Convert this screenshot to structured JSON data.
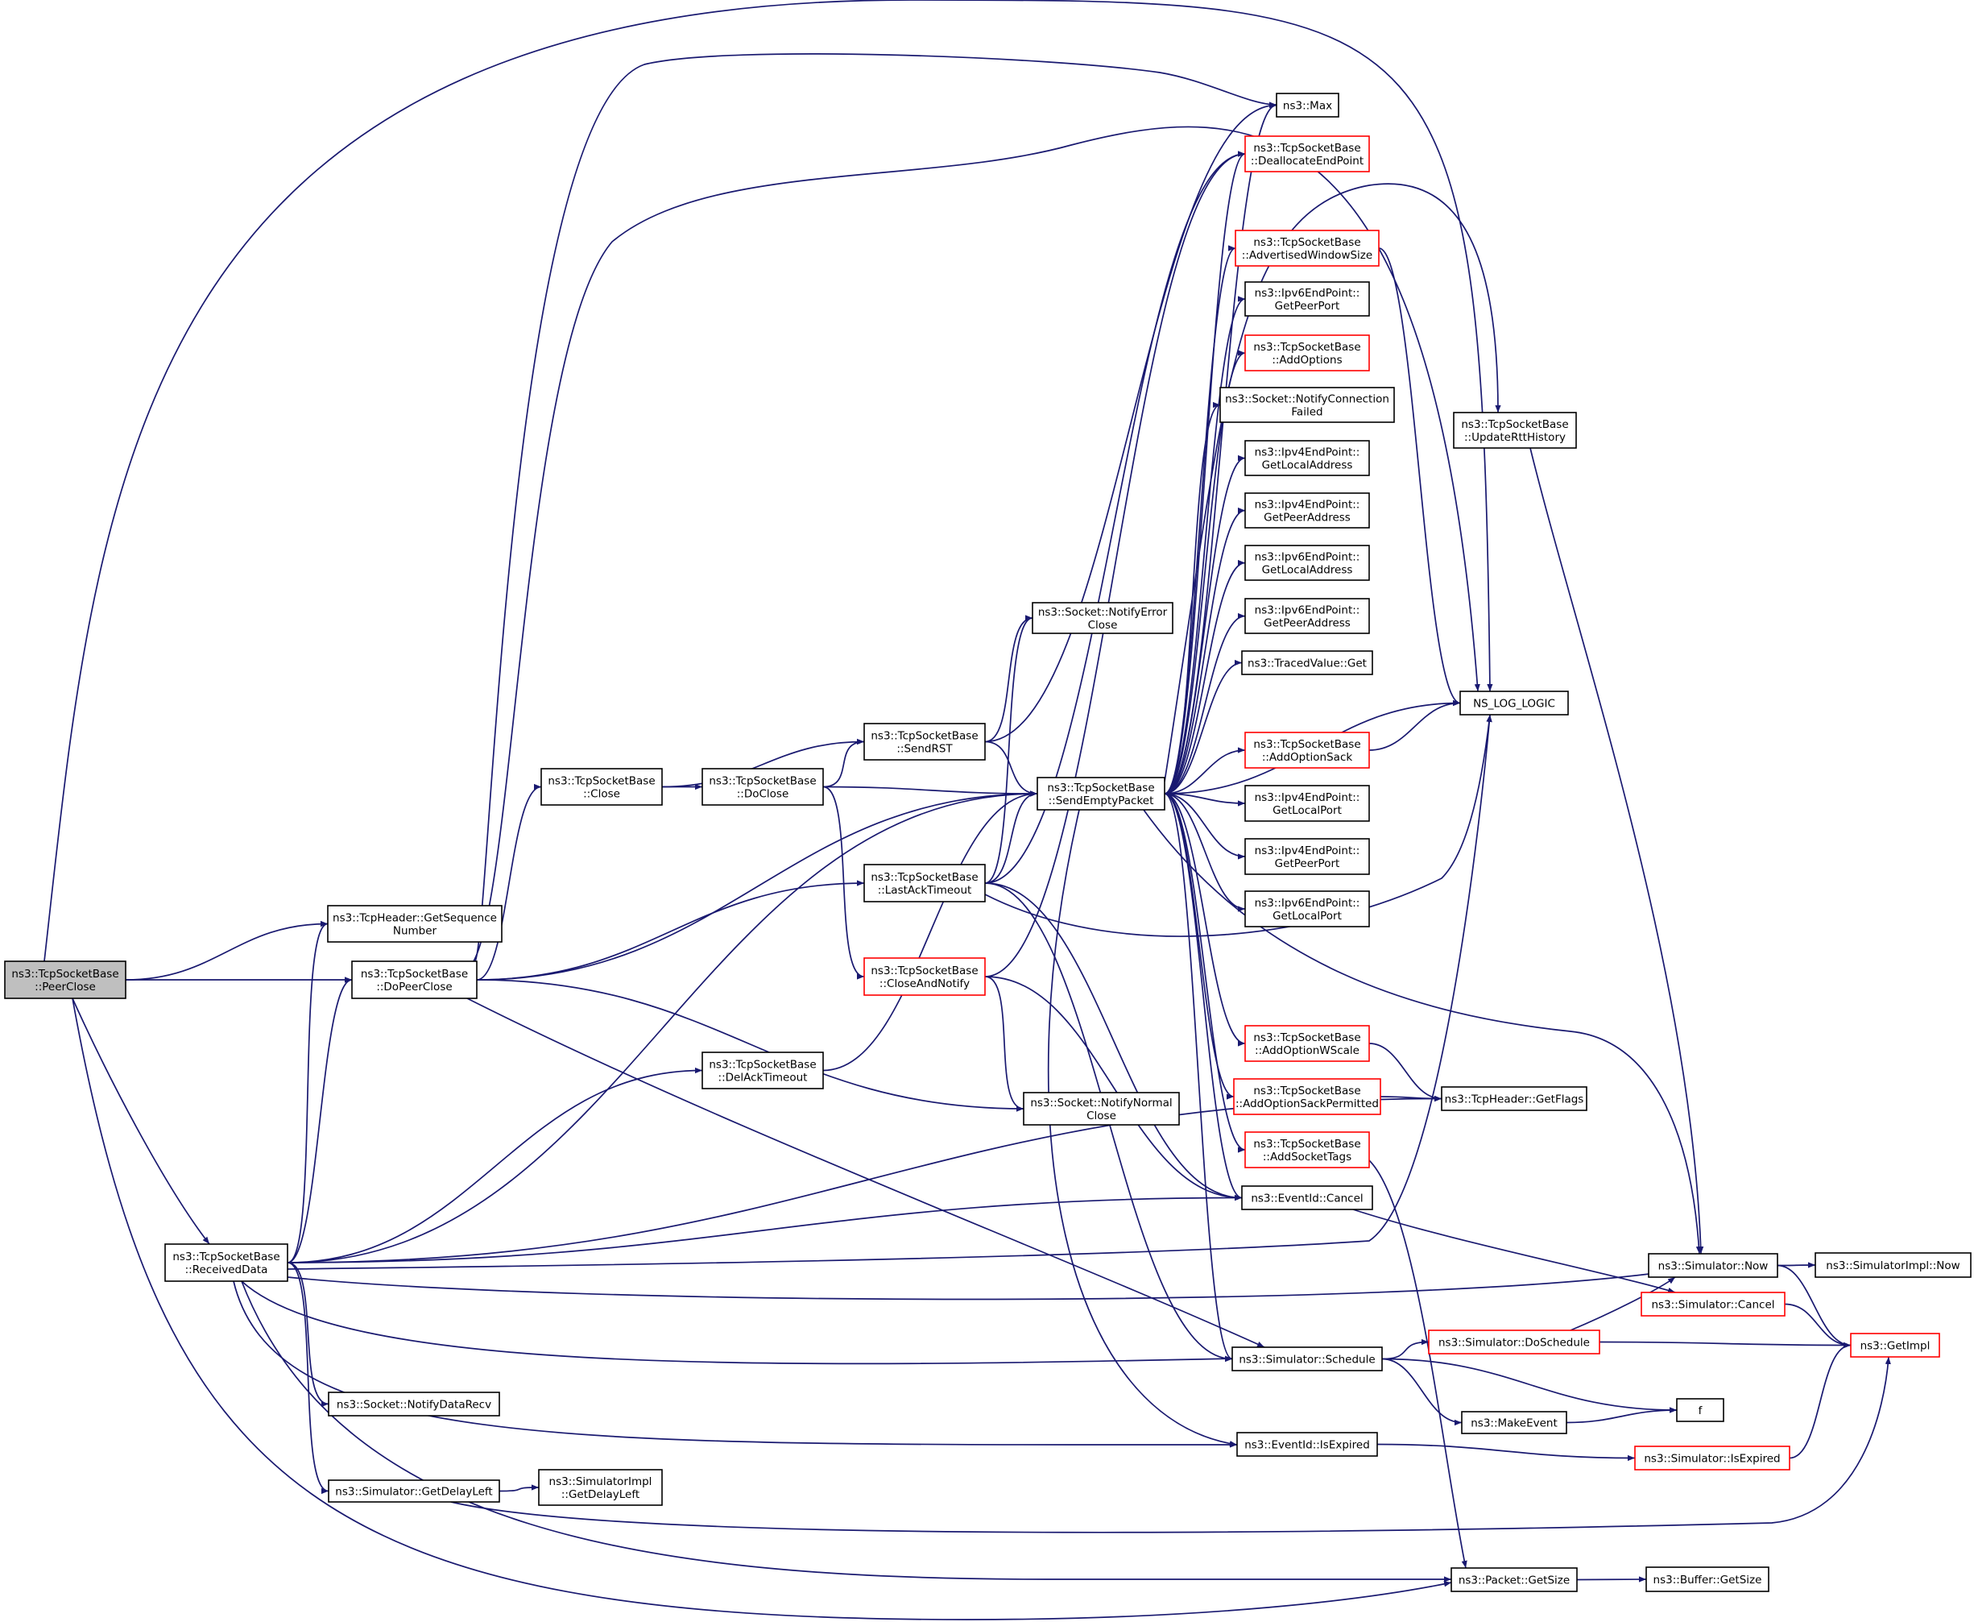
{
  "diagram": {
    "type": "call-graph",
    "colors": {
      "edge": "#191970",
      "node_border_normal": "#000000",
      "node_border_truncated": "#ff0000",
      "root_fill": "#bfbfbf",
      "node_fill": "#ffffff",
      "text": "#000000"
    },
    "nodes": [
      {
        "id": "peerclose",
        "lines": [
          "ns3::TcpSocketBase",
          "::PeerClose"
        ],
        "style": "root"
      },
      {
        "id": "gethdrseq",
        "lines": [
          "ns3::TcpHeader::GetSequence",
          "Number"
        ],
        "style": "normal"
      },
      {
        "id": "dopeerclose",
        "lines": [
          "ns3::TcpSocketBase",
          "::DoPeerClose"
        ],
        "style": "normal"
      },
      {
        "id": "receiveddata",
        "lines": [
          "ns3::TcpSocketBase",
          "::ReceivedData"
        ],
        "style": "normal"
      },
      {
        "id": "close",
        "lines": [
          "ns3::TcpSocketBase",
          "::Close"
        ],
        "style": "normal"
      },
      {
        "id": "doclose",
        "lines": [
          "ns3::TcpSocketBase",
          "::DoClose"
        ],
        "style": "normal"
      },
      {
        "id": "sendrst",
        "lines": [
          "ns3::TcpSocketBase",
          "::SendRST"
        ],
        "style": "normal"
      },
      {
        "id": "lastacktimeout",
        "lines": [
          "ns3::TcpSocketBase",
          "::LastAckTimeout"
        ],
        "style": "normal"
      },
      {
        "id": "closeandnotify",
        "lines": [
          "ns3::TcpSocketBase",
          "::CloseAndNotify"
        ],
        "style": "truncated"
      },
      {
        "id": "delacktimeout",
        "lines": [
          "ns3::TcpSocketBase",
          "::DelAckTimeout"
        ],
        "style": "normal"
      },
      {
        "id": "notifyerrorclose",
        "lines": [
          "ns3::Socket::NotifyError",
          "Close"
        ],
        "style": "normal"
      },
      {
        "id": "notifynormalclose",
        "lines": [
          "ns3::Socket::NotifyNormal",
          "Close"
        ],
        "style": "normal"
      },
      {
        "id": "sendemptypacket",
        "lines": [
          "ns3::TcpSocketBase",
          "::SendEmptyPacket"
        ],
        "style": "normal"
      },
      {
        "id": "notifydatarecv",
        "lines": [
          "ns3::Socket::NotifyDataRecv"
        ],
        "style": "normal"
      },
      {
        "id": "getdelayleft",
        "lines": [
          "ns3::Simulator::GetDelayLeft"
        ],
        "style": "normal"
      },
      {
        "id": "implgetdelayleft",
        "lines": [
          "ns3::SimulatorImpl",
          "::GetDelayLeft"
        ],
        "style": "normal"
      },
      {
        "id": "max",
        "lines": [
          "ns3::Max"
        ],
        "style": "normal"
      },
      {
        "id": "deallocateendpoint",
        "lines": [
          "ns3::TcpSocketBase",
          "::DeallocateEndPoint"
        ],
        "style": "truncated"
      },
      {
        "id": "advertisedwindowsize",
        "lines": [
          "ns3::TcpSocketBase",
          "::AdvertisedWindowSize"
        ],
        "style": "truncated"
      },
      {
        "id": "ipv6getpeerport",
        "lines": [
          "ns3::Ipv6EndPoint::",
          "GetPeerPort"
        ],
        "style": "normal"
      },
      {
        "id": "addoptions",
        "lines": [
          "ns3::TcpSocketBase",
          "::AddOptions"
        ],
        "style": "truncated"
      },
      {
        "id": "notifyconnectionfailed",
        "lines": [
          "ns3::Socket::NotifyConnection",
          "Failed"
        ],
        "style": "normal"
      },
      {
        "id": "ipv4getlocaladdress",
        "lines": [
          "ns3::Ipv4EndPoint::",
          "GetLocalAddress"
        ],
        "style": "normal"
      },
      {
        "id": "ipv4getpeeraddress",
        "lines": [
          "ns3::Ipv4EndPoint::",
          "GetPeerAddress"
        ],
        "style": "normal"
      },
      {
        "id": "ipv6getlocaladdress",
        "lines": [
          "ns3::Ipv6EndPoint::",
          "GetLocalAddress"
        ],
        "style": "normal"
      },
      {
        "id": "ipv6getpeeraddress",
        "lines": [
          "ns3::Ipv6EndPoint::",
          "GetPeerAddress"
        ],
        "style": "normal"
      },
      {
        "id": "tracedvalueget",
        "lines": [
          "ns3::TracedValue::Get"
        ],
        "style": "normal"
      },
      {
        "id": "addoptionsack",
        "lines": [
          "ns3::TcpSocketBase",
          "::AddOptionSack"
        ],
        "style": "truncated"
      },
      {
        "id": "ipv4getlocalport",
        "lines": [
          "ns3::Ipv4EndPoint::",
          "GetLocalPort"
        ],
        "style": "normal"
      },
      {
        "id": "ipv4getpeerport",
        "lines": [
          "ns3::Ipv4EndPoint::",
          "GetPeerPort"
        ],
        "style": "normal"
      },
      {
        "id": "ipv6getlocalport",
        "lines": [
          "ns3::Ipv6EndPoint::",
          "GetLocalPort"
        ],
        "style": "normal"
      },
      {
        "id": "addoptionwscale",
        "lines": [
          "ns3::TcpSocketBase",
          "::AddOptionWScale"
        ],
        "style": "truncated"
      },
      {
        "id": "addoptionsackpermitted",
        "lines": [
          "ns3::TcpSocketBase",
          "::AddOptionSackPermitted"
        ],
        "style": "truncated"
      },
      {
        "id": "addsockettags",
        "lines": [
          "ns3::TcpSocketBase",
          "::AddSocketTags"
        ],
        "style": "truncated"
      },
      {
        "id": "eventidcancel",
        "lines": [
          "ns3::EventId::Cancel"
        ],
        "style": "normal"
      },
      {
        "id": "simschedule",
        "lines": [
          "ns3::Simulator::Schedule"
        ],
        "style": "normal"
      },
      {
        "id": "eventidisexpired",
        "lines": [
          "ns3::EventId::IsExpired"
        ],
        "style": "normal"
      },
      {
        "id": "updatertthistory",
        "lines": [
          "ns3::TcpSocketBase",
          "::UpdateRttHistory"
        ],
        "style": "normal"
      },
      {
        "id": "nsloglogic",
        "lines": [
          "NS_LOG_LOGIC"
        ],
        "style": "normal"
      },
      {
        "id": "tcpheadergetflags",
        "lines": [
          "ns3::TcpHeader::GetFlags"
        ],
        "style": "normal"
      },
      {
        "id": "makeevent",
        "lines": [
          "ns3::MakeEvent"
        ],
        "style": "normal"
      },
      {
        "id": "packetgetsize",
        "lines": [
          "ns3::Packet::GetSize"
        ],
        "style": "normal"
      },
      {
        "id": "simnow",
        "lines": [
          "ns3::Simulator::Now"
        ],
        "style": "normal"
      },
      {
        "id": "simcancel",
        "lines": [
          "ns3::Simulator::Cancel"
        ],
        "style": "truncated"
      },
      {
        "id": "simdoschedule",
        "lines": [
          "ns3::Simulator::DoSchedule"
        ],
        "style": "truncated"
      },
      {
        "id": "f",
        "lines": [
          "f"
        ],
        "style": "normal"
      },
      {
        "id": "simisexpired",
        "lines": [
          "ns3::Simulator::IsExpired"
        ],
        "style": "truncated"
      },
      {
        "id": "buffergetsize",
        "lines": [
          "ns3::Buffer::GetSize"
        ],
        "style": "normal"
      },
      {
        "id": "simimplnow",
        "lines": [
          "ns3::SimulatorImpl::Now"
        ],
        "style": "normal"
      },
      {
        "id": "getimpl",
        "lines": [
          "ns3::GetImpl"
        ],
        "style": "truncated"
      }
    ],
    "edges": [
      [
        "peerclose",
        "gethdrseq"
      ],
      [
        "peerclose",
        "dopeerclose"
      ],
      [
        "peerclose",
        "receiveddata"
      ],
      [
        "peerclose",
        "nsloglogic"
      ],
      [
        "peerclose",
        "packetgetsize"
      ],
      [
        "dopeerclose",
        "close"
      ],
      [
        "dopeerclose",
        "max"
      ],
      [
        "dopeerclose",
        "nsloglogic"
      ],
      [
        "dopeerclose",
        "sendemptypacket"
      ],
      [
        "dopeerclose",
        "lastacktimeout"
      ],
      [
        "dopeerclose",
        "notifynormalclose"
      ],
      [
        "dopeerclose",
        "simschedule"
      ],
      [
        "close",
        "sendrst"
      ],
      [
        "close",
        "doclose"
      ],
      [
        "doclose",
        "sendrst"
      ],
      [
        "doclose",
        "sendemptypacket"
      ],
      [
        "doclose",
        "closeandnotify"
      ],
      [
        "sendrst",
        "max"
      ],
      [
        "sendrst",
        "notifyerrorclose"
      ],
      [
        "sendrst",
        "sendemptypacket"
      ],
      [
        "lastacktimeout",
        "notifyerrorclose"
      ],
      [
        "lastacktimeout",
        "sendemptypacket"
      ],
      [
        "lastacktimeout",
        "deallocateendpoint"
      ],
      [
        "lastacktimeout",
        "nsloglogic"
      ],
      [
        "lastacktimeout",
        "eventidcancel"
      ],
      [
        "lastacktimeout",
        "simschedule"
      ],
      [
        "closeandnotify",
        "deallocateendpoint"
      ],
      [
        "closeandnotify",
        "notifynormalclose"
      ],
      [
        "closeandnotify",
        "eventidcancel"
      ],
      [
        "delacktimeout",
        "sendemptypacket"
      ],
      [
        "receiveddata",
        "gethdrseq"
      ],
      [
        "receiveddata",
        "dopeerclose"
      ],
      [
        "receiveddata",
        "delacktimeout"
      ],
      [
        "receiveddata",
        "sendemptypacket"
      ],
      [
        "receiveddata",
        "eventidcancel"
      ],
      [
        "receiveddata",
        "simnow"
      ],
      [
        "receiveddata",
        "nsloglogic"
      ],
      [
        "receiveddata",
        "tcpheadergetflags"
      ],
      [
        "receiveddata",
        "simschedule"
      ],
      [
        "receiveddata",
        "notifydatarecv"
      ],
      [
        "receiveddata",
        "eventidisexpired"
      ],
      [
        "receiveddata",
        "getdelayleft"
      ],
      [
        "receiveddata",
        "packetgetsize"
      ],
      [
        "getdelayleft",
        "implgetdelayleft"
      ],
      [
        "getdelayleft",
        "getimpl"
      ],
      [
        "sendemptypacket",
        "max"
      ],
      [
        "sendemptypacket",
        "deallocateendpoint"
      ],
      [
        "sendemptypacket",
        "advertisedwindowsize"
      ],
      [
        "sendemptypacket",
        "ipv6getpeerport"
      ],
      [
        "sendemptypacket",
        "addoptions"
      ],
      [
        "sendemptypacket",
        "notifyconnectionfailed"
      ],
      [
        "sendemptypacket",
        "ipv4getlocaladdress"
      ],
      [
        "sendemptypacket",
        "ipv4getpeeraddress"
      ],
      [
        "sendemptypacket",
        "ipv6getlocaladdress"
      ],
      [
        "sendemptypacket",
        "ipv6getpeeraddress"
      ],
      [
        "sendemptypacket",
        "tracedvalueget"
      ],
      [
        "sendemptypacket",
        "nsloglogic"
      ],
      [
        "sendemptypacket",
        "addoptionsack"
      ],
      [
        "sendemptypacket",
        "ipv4getlocalport"
      ],
      [
        "sendemptypacket",
        "ipv4getpeerport"
      ],
      [
        "sendemptypacket",
        "ipv6getlocalport"
      ],
      [
        "sendemptypacket",
        "addoptionwscale"
      ],
      [
        "sendemptypacket",
        "addoptionsackpermitted"
      ],
      [
        "sendemptypacket",
        "addsockettags"
      ],
      [
        "sendemptypacket",
        "eventidcancel"
      ],
      [
        "sendemptypacket",
        "simschedule"
      ],
      [
        "sendemptypacket",
        "eventidisexpired"
      ],
      [
        "sendemptypacket",
        "simnow"
      ],
      [
        "sendemptypacket",
        "updatertthistory"
      ],
      [
        "advertisedwindowsize",
        "nsloglogic"
      ],
      [
        "addoptionsack",
        "nsloglogic"
      ],
      [
        "addoptionwscale",
        "tcpheadergetflags"
      ],
      [
        "addoptionsackpermitted",
        "tcpheadergetflags"
      ],
      [
        "addsockettags",
        "packetgetsize"
      ],
      [
        "updatertthistory",
        "simnow"
      ],
      [
        "eventidcancel",
        "simcancel"
      ],
      [
        "simschedule",
        "simdoschedule"
      ],
      [
        "simschedule",
        "makeevent"
      ],
      [
        "simschedule",
        "f"
      ],
      [
        "eventidisexpired",
        "simisexpired"
      ],
      [
        "makeevent",
        "f"
      ],
      [
        "simdoschedule",
        "simnow"
      ],
      [
        "simdoschedule",
        "getimpl"
      ],
      [
        "simnow",
        "simimplnow"
      ],
      [
        "simnow",
        "getimpl"
      ],
      [
        "simcancel",
        "getimpl"
      ],
      [
        "simisexpired",
        "getimpl"
      ],
      [
        "packetgetsize",
        "buffergetsize"
      ]
    ]
  }
}
